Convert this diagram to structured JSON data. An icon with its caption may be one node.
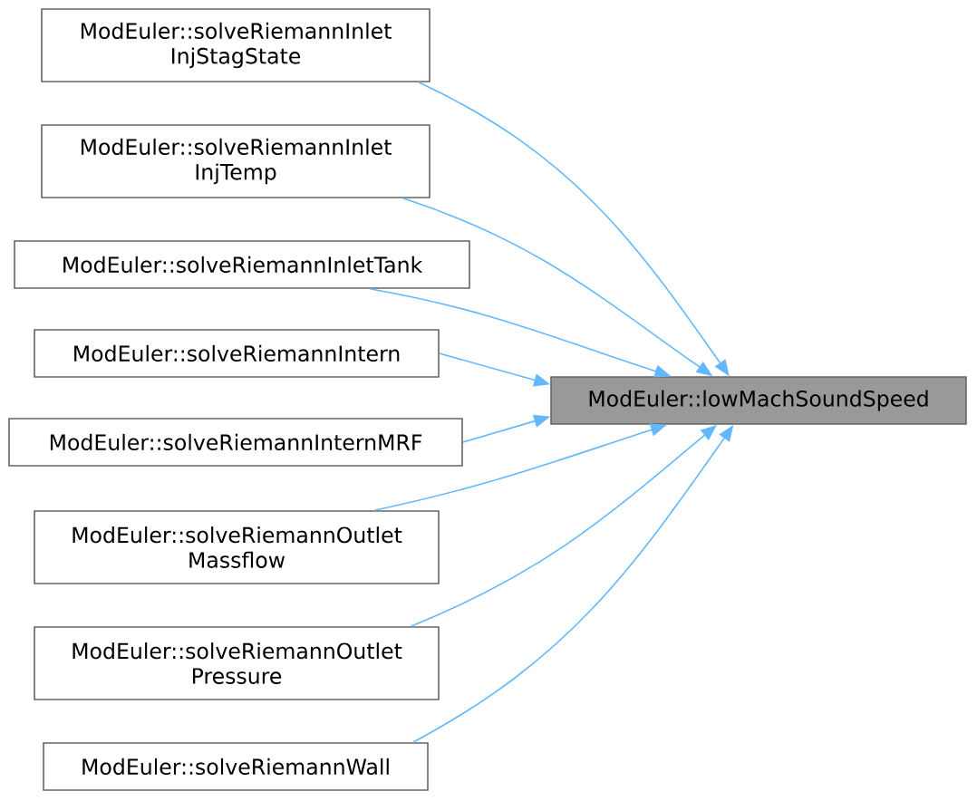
{
  "diagram": {
    "nodes": [
      {
        "text": [
          "ModEuler::solveRiemannInlet InjStagState"
        ]
      },
      {
        "text": [
          "ModEuler::solveRiemannInlet InjTemp"
        ]
      },
      {
        "text": [
          "ModEuler::solveRiemannInletTank"
        ]
      },
      {
        "text": [
          "ModEuler::solveRiemannIntern"
        ]
      },
      {
        "text": [
          "ModEuler::solveRiemannInternMRF"
        ]
      },
      {
        "text": [
          "ModEuler::solveRiemannOutlet Massflow"
        ]
      },
      {
        "text": [
          "ModEuler::solveRiemannOutlet Pressure"
        ]
      },
      {
        "text": [
          "ModEuler::solveRiemannWall"
        ]
      },
      {
        "text": [
          "ModEuler::lowMachSoundSpeed"
        ]
      }
    ],
    "edges": [
      {
        "from": 0,
        "to": 8,
        "arrow": "to"
      },
      {
        "from": 1,
        "to": 8,
        "arrow": "to"
      },
      {
        "from": 2,
        "to": 8,
        "arrow": "to"
      },
      {
        "from": 3,
        "to": 8,
        "arrow": "to"
      },
      {
        "from": 4,
        "to": 8,
        "arrow": "to"
      },
      {
        "from": 5,
        "to": 8,
        "arrow": "to"
      },
      {
        "from": 6,
        "to": 8,
        "arrow": "to"
      },
      {
        "from": 7,
        "to": 8,
        "arrow": "to"
      }
    ]
  }
}
